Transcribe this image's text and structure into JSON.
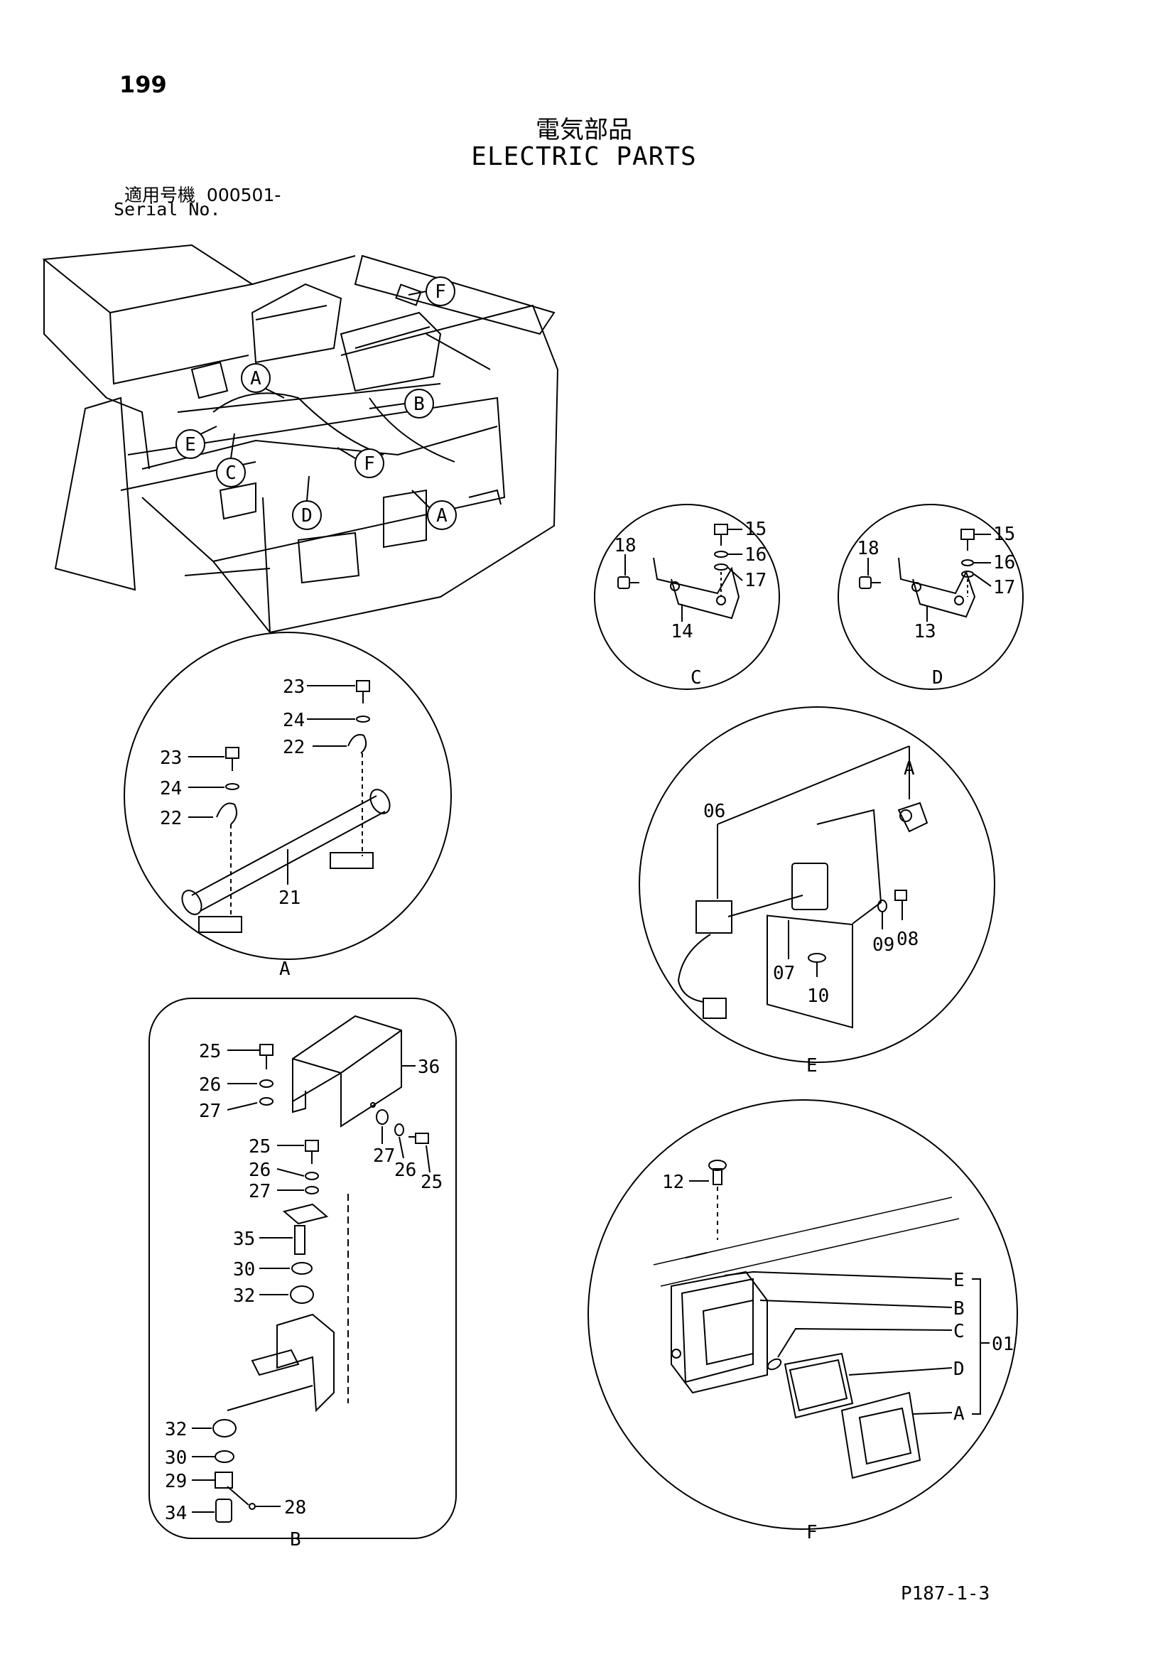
{
  "page_number": "199",
  "title_jp": "電気部品",
  "title_en": "ELECTRIC PARTS",
  "serial_label_jp": "適用号機",
  "serial_value": "000501-",
  "serial_label_en": "Serial No.",
  "footer_code": "P187-1-3",
  "views": {
    "C": {
      "label": "C",
      "parts": [
        "18",
        "15",
        "16",
        "17",
        "14"
      ]
    },
    "D": {
      "label": "D",
      "parts": [
        "18",
        "15",
        "16",
        "17",
        "13"
      ]
    },
    "A": {
      "label": "A",
      "parts": [
        "23",
        "24",
        "22",
        "23",
        "24",
        "22",
        "21"
      ]
    },
    "E": {
      "label": "E",
      "parts": [
        "A",
        "06",
        "07",
        "10",
        "09",
        "08"
      ]
    },
    "B": {
      "label": "B",
      "parts": [
        "25",
        "26",
        "27",
        "36",
        "27",
        "26",
        "25",
        "25",
        "26",
        "27",
        "35",
        "30",
        "32",
        "32",
        "30",
        "29",
        "28",
        "34"
      ]
    },
    "F": {
      "label": "F",
      "parts": [
        "12",
        "E",
        "B",
        "C",
        "D",
        "A",
        "01"
      ]
    }
  },
  "overview_callouts": [
    "F",
    "A",
    "B",
    "E",
    "C",
    "F",
    "D",
    "A"
  ]
}
